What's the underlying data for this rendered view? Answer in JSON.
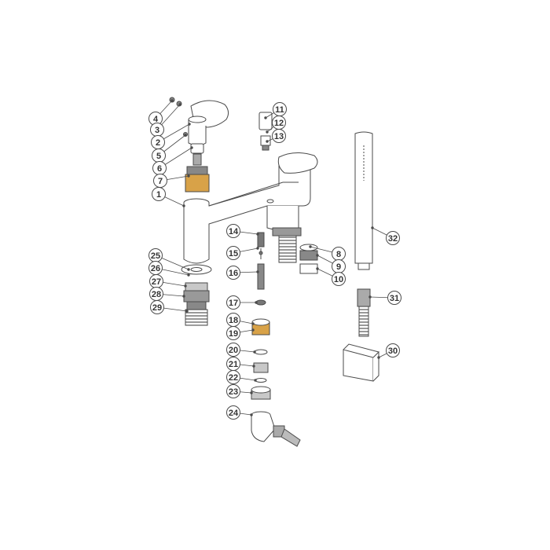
{
  "diagram": {
    "type": "exploded-parts-diagram",
    "colors": {
      "line": "#4a4a4a",
      "fill": "#ffffff",
      "shade": "#bdbdbd",
      "dark": "#6a6a6a"
    },
    "callouts": [
      {
        "id": "p4",
        "label": "4"
      },
      {
        "id": "p3",
        "label": "3"
      },
      {
        "id": "p2",
        "label": "2"
      },
      {
        "id": "p5",
        "label": "5"
      },
      {
        "id": "p6",
        "label": "6"
      },
      {
        "id": "p7",
        "label": "7"
      },
      {
        "id": "p1",
        "label": "1"
      },
      {
        "id": "p11",
        "label": "11"
      },
      {
        "id": "p12",
        "label": "12"
      },
      {
        "id": "p13",
        "label": "13"
      },
      {
        "id": "p14",
        "label": "14"
      },
      {
        "id": "p15",
        "label": "15"
      },
      {
        "id": "p16",
        "label": "16"
      },
      {
        "id": "p17",
        "label": "17"
      },
      {
        "id": "p18",
        "label": "18"
      },
      {
        "id": "p19",
        "label": "19"
      },
      {
        "id": "p20",
        "label": "20"
      },
      {
        "id": "p21",
        "label": "21"
      },
      {
        "id": "p22",
        "label": "22"
      },
      {
        "id": "p23",
        "label": "23"
      },
      {
        "id": "p24",
        "label": "24"
      },
      {
        "id": "p25",
        "label": "25"
      },
      {
        "id": "p26",
        "label": "26"
      },
      {
        "id": "p27",
        "label": "27"
      },
      {
        "id": "p28",
        "label": "28"
      },
      {
        "id": "p29",
        "label": "29"
      },
      {
        "id": "p8",
        "label": "8"
      },
      {
        "id": "p9",
        "label": "9"
      },
      {
        "id": "p10",
        "label": "10"
      },
      {
        "id": "p32",
        "label": "32"
      },
      {
        "id": "p31",
        "label": "31"
      },
      {
        "id": "p30",
        "label": "30"
      }
    ]
  }
}
